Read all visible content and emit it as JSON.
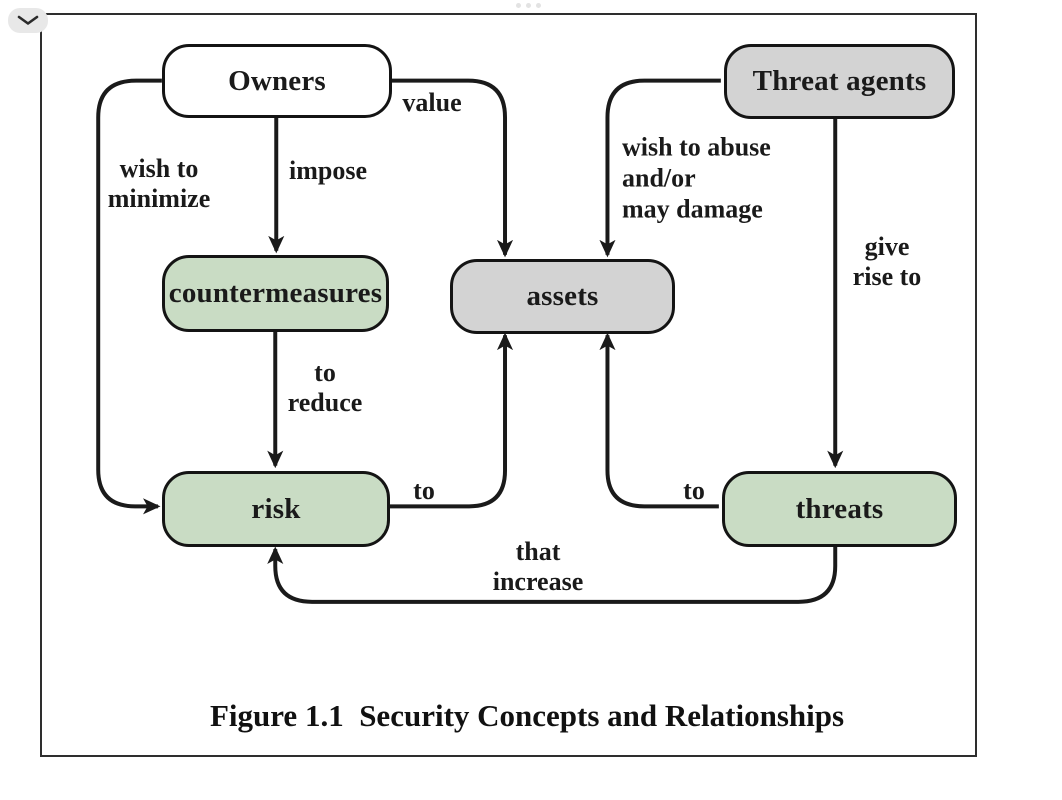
{
  "controls": {
    "collapse_icon": "chevron-down",
    "drag_handle_icon": "ellipsis-dots"
  },
  "figure": {
    "caption": "Figure 1.1  Security Concepts and Relationships",
    "nodes": {
      "owners": {
        "label": "Owners",
        "fill": "#ffffff"
      },
      "threat_agents": {
        "label": "Threat agents",
        "fill": "#d3d3d3"
      },
      "countermeasures": {
        "label": "countermeasures",
        "fill": "#c9dcc4"
      },
      "assets": {
        "label": "assets",
        "fill": "#d3d3d3"
      },
      "risk": {
        "label": "risk",
        "fill": "#c9dcc4"
      },
      "threats": {
        "label": "threats",
        "fill": "#c9dcc4"
      }
    },
    "edges": [
      {
        "from": "owners",
        "to": "countermeasures",
        "label_lines": [
          "impose"
        ]
      },
      {
        "from": "owners",
        "to": "assets",
        "label_lines": [
          "value"
        ]
      },
      {
        "from": "owners",
        "to": "risk",
        "label_lines": [
          "wish to",
          "minimize"
        ]
      },
      {
        "from": "countermeasures",
        "to": "risk",
        "label_lines": [
          "to",
          "reduce"
        ]
      },
      {
        "from": "risk",
        "to": "assets",
        "label_lines": [
          "to"
        ]
      },
      {
        "from": "threat_agents",
        "to": "assets",
        "label_lines": [
          "wish to abuse",
          "and/or",
          "may damage"
        ]
      },
      {
        "from": "threat_agents",
        "to": "threats",
        "label_lines": [
          "give",
          "rise to"
        ]
      },
      {
        "from": "threats",
        "to": "assets",
        "label_lines": [
          "to"
        ]
      },
      {
        "from": "threats",
        "to": "risk",
        "label_lines": [
          "that",
          "increase"
        ]
      }
    ],
    "colors": {
      "node_green": "#c9dcc4",
      "node_gray": "#d3d3d3",
      "node_white": "#ffffff",
      "line": "#1a1a1a",
      "panel_border": "#2e2e2e",
      "control_bg": "#e8e8e8"
    }
  }
}
